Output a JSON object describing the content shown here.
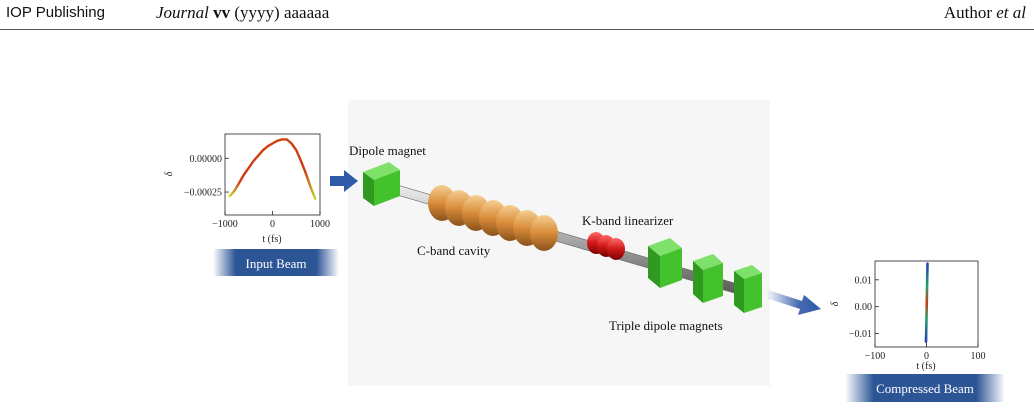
{
  "header": {
    "publisher": "IOP Publishing",
    "journal_name": "Journal",
    "volume": "vv",
    "year": "(yyyy)",
    "article": "aaaaaa",
    "author": "Author",
    "et_al": "et al"
  },
  "labels": {
    "dipole_magnet": "Dipole magnet",
    "c_band_cavity": "C-band cavity",
    "k_band_linearizer": "K-band linearizer",
    "triple_dipole_magnets": "Triple dipole magnets",
    "input_beam": "Input Beam",
    "compressed_beam": "Compressed Beam"
  },
  "colors": {
    "dipole": "#43c22e",
    "cavity": "#d98c3a",
    "linearizer": "#d01818",
    "beam_arrow": "#2f5aa8",
    "beam_box": "#2c5596"
  },
  "chart_data": [
    {
      "type": "line",
      "name": "input",
      "xlabel": "t (fs)",
      "ylabel": "δ",
      "xlim": [
        -1000,
        1000
      ],
      "ylim": [
        -0.00042,
        0.00018
      ],
      "xticks": [
        -1000,
        0,
        1000
      ],
      "xtick_labels": [
        "−1000",
        "0",
        "1000"
      ],
      "yticks": [
        0.0,
        -0.00025
      ],
      "ytick_labels": [
        "0.00000",
        "−0.00025"
      ],
      "x": [
        -900,
        -800,
        -700,
        -600,
        -500,
        -400,
        -300,
        -200,
        -100,
        0,
        100,
        200,
        300,
        400,
        500,
        600,
        700,
        800,
        900
      ],
      "y": [
        -0.00028,
        -0.00024,
        -0.00018,
        -0.00012,
        -7e-05,
        -2e-05,
        2e-05,
        6e-05,
        9e-05,
        0.00011,
        0.00013,
        0.00014,
        0.00014,
        0.00011,
        6e-05,
        -2e-05,
        -0.00011,
        -0.00021,
        -0.0003
      ]
    },
    {
      "type": "line",
      "name": "compressed",
      "xlabel": "t (fs)",
      "ylabel": "δ",
      "xlim": [
        -100,
        100
      ],
      "ylim": [
        -0.015,
        0.017
      ],
      "xticks": [
        -100,
        0,
        100
      ],
      "xtick_labels": [
        "−100",
        "0",
        "100"
      ],
      "yticks": [
        0.01,
        0.0,
        -0.01
      ],
      "ytick_labels": [
        "0.01",
        "0.00",
        "−0.01"
      ],
      "x": [
        -1,
        0,
        1,
        2
      ],
      "y": [
        -0.013,
        -0.004,
        0.006,
        0.016
      ]
    }
  ]
}
